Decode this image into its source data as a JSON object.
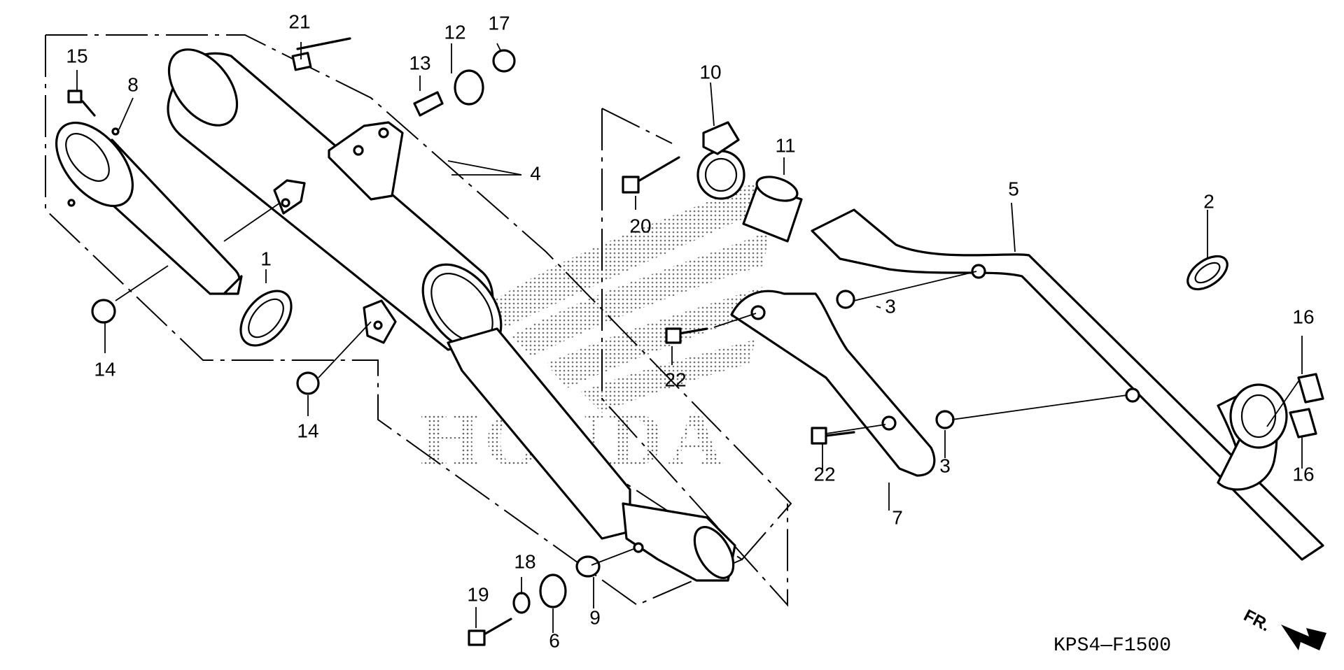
{
  "diagram": {
    "code": "KPS4—F1500",
    "front_mark": "FR.",
    "watermark": "HONDA"
  },
  "callouts": [
    {
      "id": "n1",
      "label": "1"
    },
    {
      "id": "n2",
      "label": "2"
    },
    {
      "id": "n3a",
      "label": "3"
    },
    {
      "id": "n3b",
      "label": "3"
    },
    {
      "id": "n4",
      "label": "4"
    },
    {
      "id": "n5",
      "label": "5"
    },
    {
      "id": "n6",
      "label": "6"
    },
    {
      "id": "n7",
      "label": "7"
    },
    {
      "id": "n8",
      "label": "8"
    },
    {
      "id": "n9",
      "label": "9"
    },
    {
      "id": "n10",
      "label": "10"
    },
    {
      "id": "n11",
      "label": "11"
    },
    {
      "id": "n12",
      "label": "12"
    },
    {
      "id": "n13",
      "label": "13"
    },
    {
      "id": "n14a",
      "label": "14"
    },
    {
      "id": "n14b",
      "label": "14"
    },
    {
      "id": "n15",
      "label": "15"
    },
    {
      "id": "n16a",
      "label": "16"
    },
    {
      "id": "n16b",
      "label": "16"
    },
    {
      "id": "n17",
      "label": "17"
    },
    {
      "id": "n18",
      "label": "18"
    },
    {
      "id": "n19",
      "label": "19"
    },
    {
      "id": "n20",
      "label": "20"
    },
    {
      "id": "n21",
      "label": "21"
    },
    {
      "id": "n22a",
      "label": "22"
    },
    {
      "id": "n22b",
      "label": "22"
    }
  ]
}
